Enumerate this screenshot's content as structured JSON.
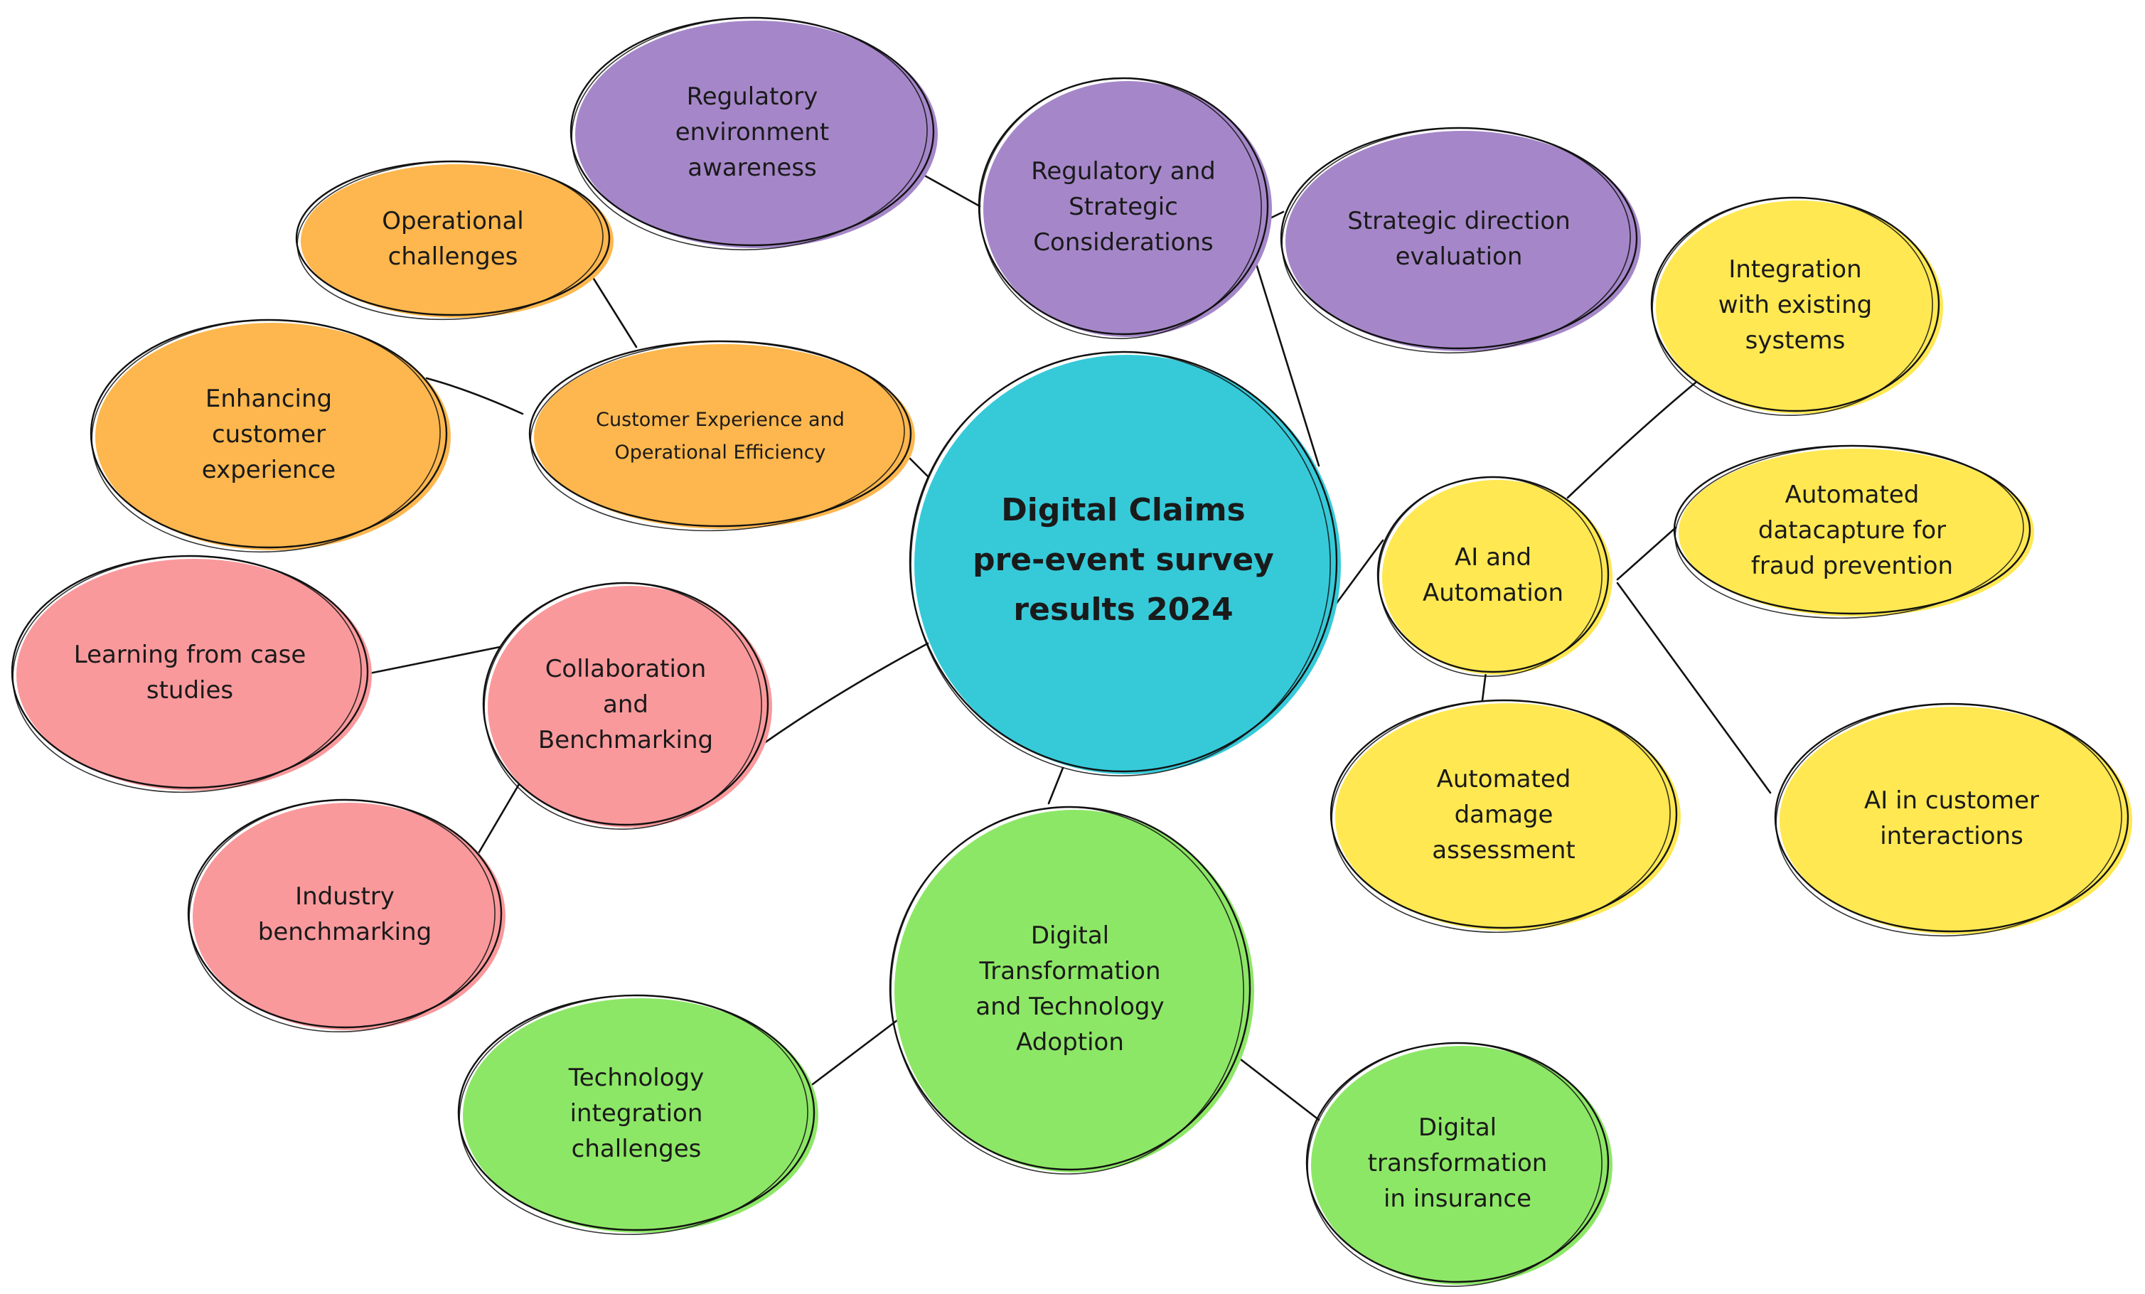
{
  "colors": {
    "center": "#36CAD9",
    "center_text": "#F0A020",
    "purple": "#A587C9",
    "orange": "#FDB74E",
    "yellow": "#FFE852",
    "pink": "#F9999C",
    "green": "#8DE766",
    "line": "#111111"
  },
  "nodes": {
    "center": {
      "label": "Digital Claims pre-event survey results 2024"
    },
    "regulatory_strategic": {
      "label": "Regulatory and Strategic Considerations"
    },
    "regulatory_environment": {
      "label": "Regulatory environment awareness"
    },
    "strategic_direction": {
      "label": "Strategic direction evaluation"
    },
    "cx_operational": {
      "label": "Customer Experience and Operational Efficiency"
    },
    "operational_challenges": {
      "label": "Operational challenges"
    },
    "enhancing_cx": {
      "label": "Enhancing customer experience"
    },
    "collaboration": {
      "label": "Collaboration and Benchmarking"
    },
    "case_studies": {
      "label": "Learning from case studies"
    },
    "industry_benchmarking": {
      "label": "Industry benchmarking"
    },
    "digital_transformation": {
      "label": "Digital Transformation and Technology Adoption"
    },
    "tech_integration": {
      "label": "Technology integration challenges"
    },
    "digital_insurance": {
      "label": "Digital transformation in insurance"
    },
    "ai_automation": {
      "label": "AI and Automation"
    },
    "integration_systems": {
      "label": "Integration with existing systems"
    },
    "fraud_prevention": {
      "label": "Automated datacapture for fraud prevention"
    },
    "damage_assessment": {
      "label": "Automated damage assessment"
    },
    "ai_customer": {
      "label": "AI in customer interactions"
    }
  }
}
